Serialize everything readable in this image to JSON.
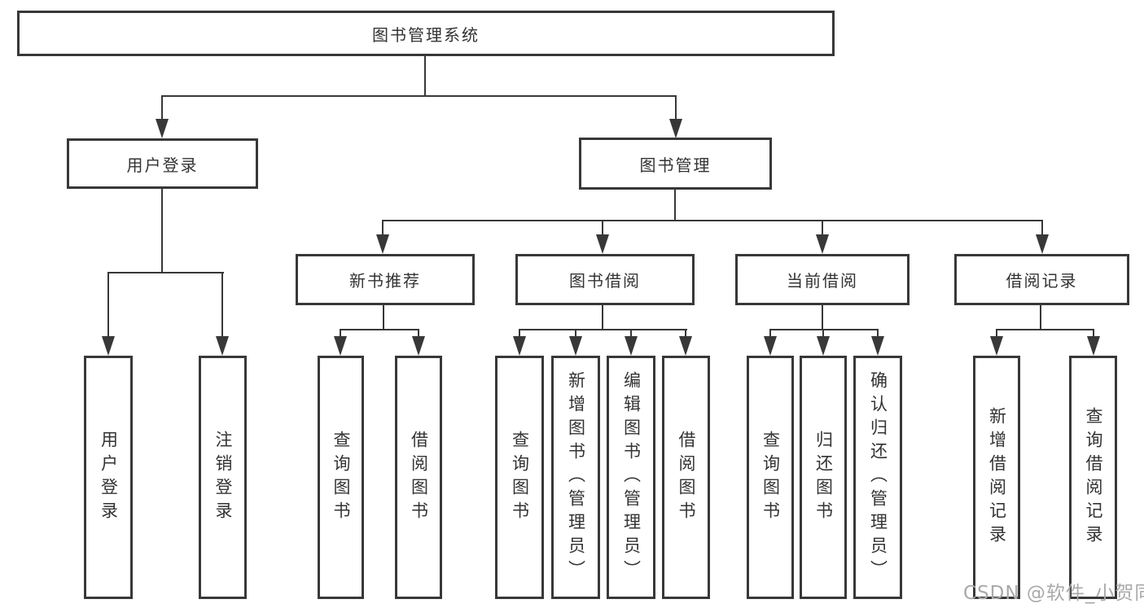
{
  "diagram_title": "图书管理系统",
  "colors": {
    "line": "#383838",
    "text": "#333333",
    "watermark": "#a9a9a9",
    "background": "#ffffff"
  },
  "nodes": {
    "root": "图书管理系统",
    "user_login": "用户登录",
    "book_mgmt": "图书管理",
    "new_book_rec": "新书推荐",
    "book_borrow": "图书借阅",
    "current_borrow": "当前借阅",
    "borrow_records": "借阅记录",
    "leaves": {
      "login": "用户登录",
      "logout": "注销登录",
      "rec_query": "查询图书",
      "rec_borrow": "借阅图书",
      "bb_query": "查询图书",
      "bb_add": "新增图书（管理员）",
      "bb_edit": "编辑图书（管理员）",
      "bb_borrow": "借阅图书",
      "cb_query": "查询图书",
      "cb_return": "归还图书",
      "cb_confirm": "确认归还（管理员）",
      "br_add": "新增借阅记录",
      "br_query": "查询借阅记录"
    }
  },
  "watermark": {
    "text": "CSDN @软件_小贺同学"
  }
}
